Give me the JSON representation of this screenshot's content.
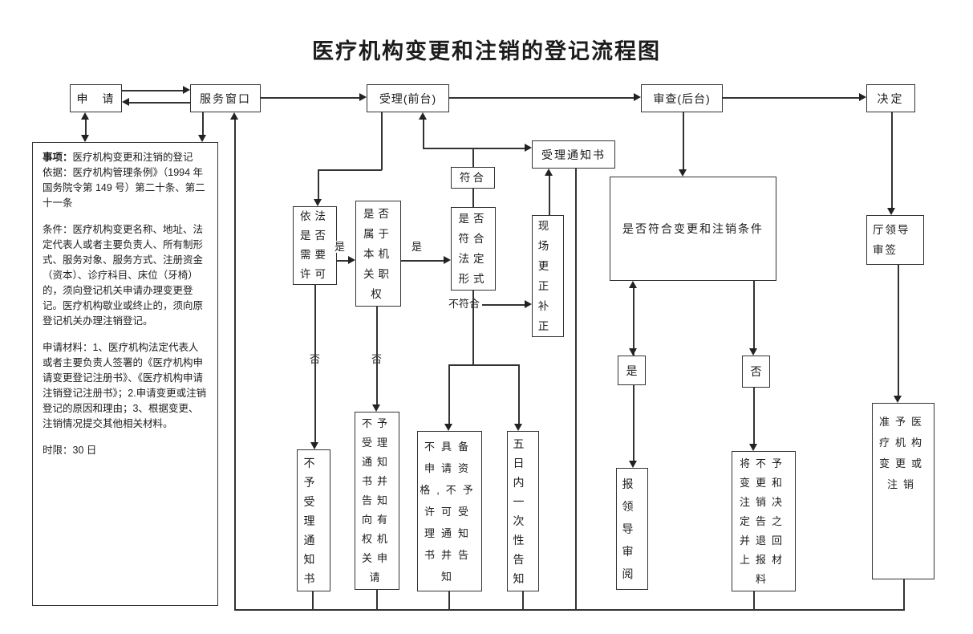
{
  "title": "医疗机构变更和注销的登记流程图",
  "nodes": {
    "apply": "申　请",
    "service_window": "服务窗口",
    "accept_front": "受理(前台)",
    "review_back": "审查(后台)",
    "decision": "决定",
    "accept_notice": "受理通知书",
    "conform": "符合",
    "need_license": "依法是否需要许可",
    "authority": "是否属于本机关职权",
    "legal_form": "是否符合法定形式",
    "onsite_fix": "现场更正补正",
    "meet_conditions": "是否符合变更和注销条件",
    "yes_box": "是",
    "no_box": "否",
    "report_leader": "报领导审阅",
    "notify_refusal": "将不予变更和注销决定告之并退回上报材料",
    "dept_leader_sign": "厅领导审签",
    "approve": "准予医疗机构变更或注销",
    "reject_notice": "不予受理通知书",
    "reject_notice_refer": "不予受理通知书并告知向有权机关申请",
    "unqualified": "不具备申请资格,不予许可受理通知书并告知",
    "onetime_inform": "五日内一次性告知"
  },
  "edge_labels": {
    "yes1": "是",
    "yes2": "是",
    "no1": "否",
    "no2": "否",
    "not_conform": "不符合"
  },
  "info_panel": {
    "item_label": "事项：",
    "item_text": "医疗机构变更和注销的登记",
    "basis": "依据：医疗机构管理条例》（1994 年国务院令第 149 号）第二十条、第二十一条",
    "conditions": "条件：医疗机构变更名称、地址、法定代表人或者主要负责人、所有制形式、服务对象、服务方式、注册资金（资本）、诊疗科目、床位（牙椅）的，须向登记机关申请办理变更登记。医疗机构歇业或终止的，须向原登记机关办理注销登记。",
    "materials": "申请材料：1、医疗机构法定代表人或者主要负责人签署的《医疗机构申请变更登记注册书》、《医疗机构申请注销登记注册书》；2.申请变更或注销登记的原因和理由；3、根据变更、注销情况提交其他相关材料。",
    "time_limit": "时限：30 日"
  }
}
